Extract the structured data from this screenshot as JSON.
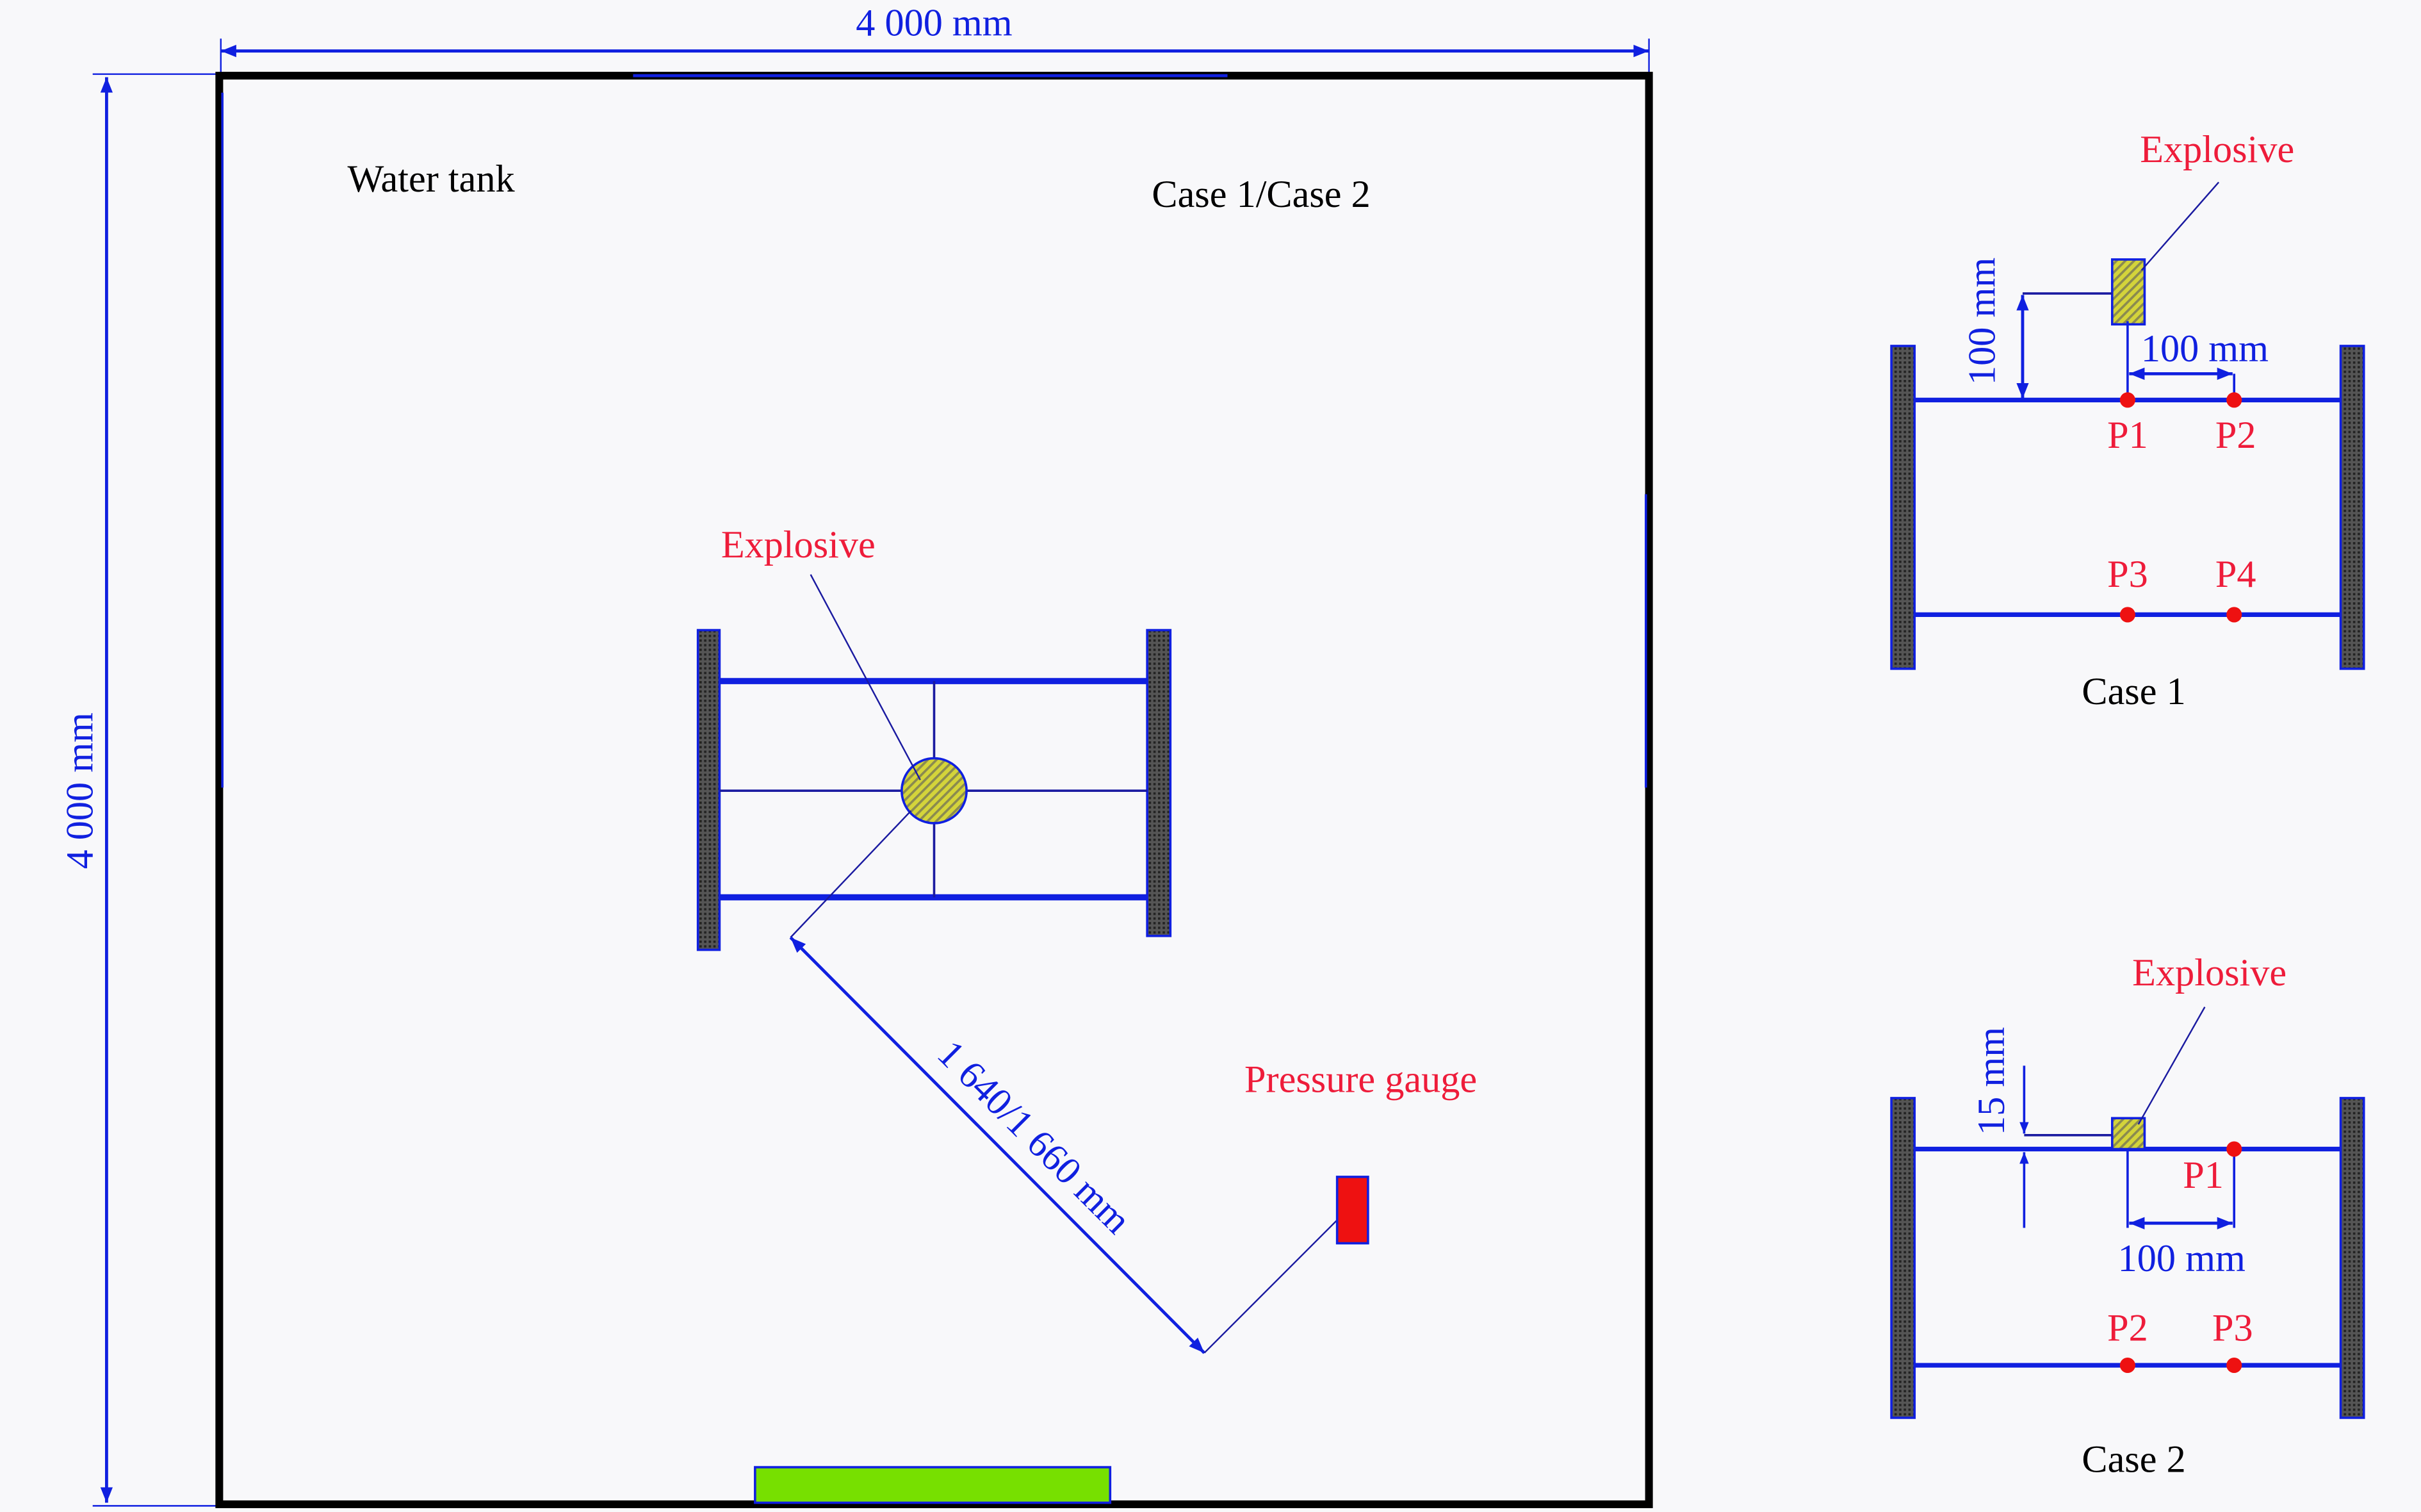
{
  "dimensions": {
    "width": "4 000 mm",
    "height": "4 000 mm",
    "distance": "1 640/1 660 mm"
  },
  "labels": {
    "water_tank": "Water tank",
    "cases": "Case 1/Case 2",
    "explosive": "Explosive",
    "pressure_gauge": "Pressure gauge"
  },
  "case1": {
    "title": "Case 1",
    "explosive": "Explosive",
    "vertical_dim": "100 mm",
    "horizontal_dim": "100 mm",
    "points": [
      "P1",
      "P2",
      "P3",
      "P4"
    ]
  },
  "case2": {
    "title": "Case 2",
    "explosive": "Explosive",
    "vertical_dim": "15 mm",
    "horizontal_dim": "100 mm",
    "points": [
      "P1",
      "P2",
      "P3"
    ]
  },
  "colors": {
    "dimension": "#1020e0",
    "label_red": "#ee1c3a",
    "gauge": "#ee1111",
    "bottom_bar": "#77e000",
    "explosive_fill": "#c8c840",
    "post": "#333333"
  }
}
